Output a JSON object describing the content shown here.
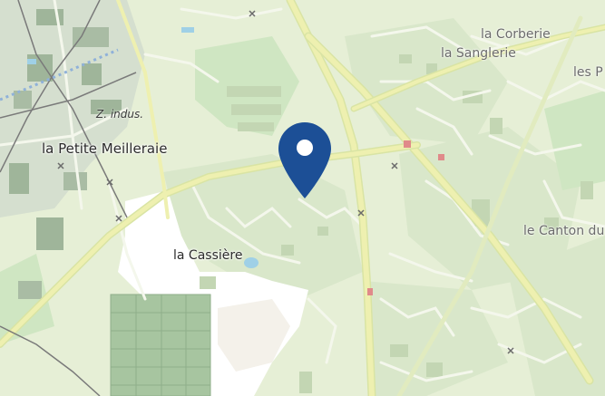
{
  "map": {
    "place_labels": {
      "la_corberie": "la Corberie",
      "la_sanglerie": "la Sanglerie",
      "les_p": "les P",
      "z_indus": "Z. indus.",
      "la_petite_meilleraie": "la Petite Meilleraie",
      "le_canton_du": "le Canton du",
      "la_cassiere": "la Cassière"
    },
    "marker": {
      "icon": "map-pin-icon",
      "color": "#1c4f96"
    },
    "colors": {
      "background": "#e6efd6",
      "residential": "#d7e5c8",
      "building": "#c4d7b6",
      "park": "#c9e3bc",
      "road": "#f3f6e8",
      "main_road": "#e9ed9c",
      "industrial_building": "#9fb59a",
      "open_field": "#ffffff",
      "water": "#9fd0e6",
      "railway": "#7a7a7a"
    }
  }
}
